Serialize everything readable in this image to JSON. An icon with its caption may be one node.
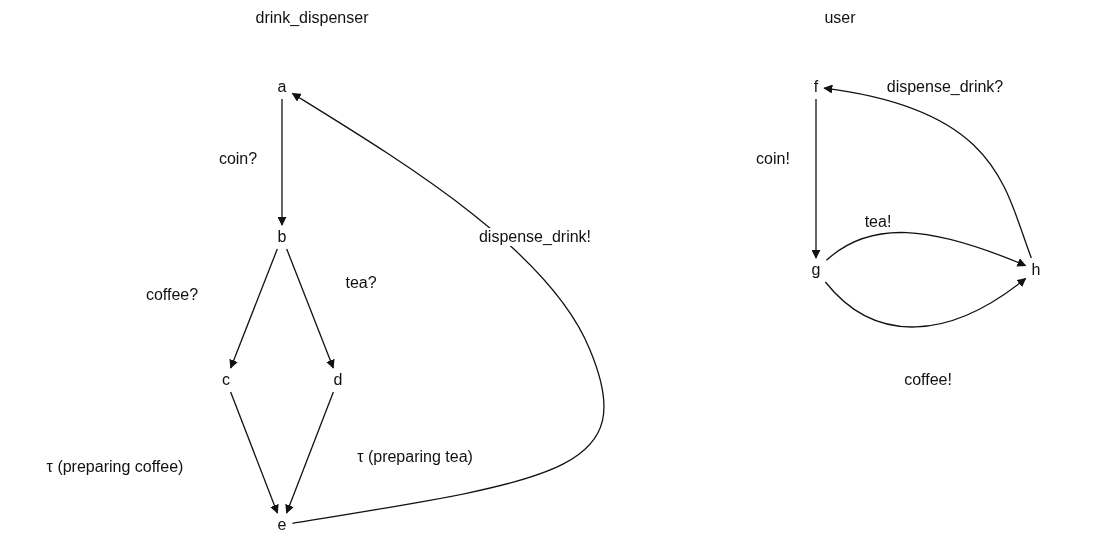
{
  "diagram": {
    "nodes": [
      {
        "text": [
          "a"
        ]
      },
      {
        "text": [
          "b"
        ]
      },
      {
        "text": [
          "c"
        ]
      },
      {
        "text": [
          "d"
        ]
      },
      {
        "text": [
          "e"
        ]
      },
      {
        "text": [
          "f"
        ]
      },
      {
        "text": [
          "g"
        ]
      },
      {
        "text": [
          "h"
        ]
      }
    ],
    "edges": [
      {
        "from": 0,
        "to": 1,
        "arrow": "to",
        "label": "coin?"
      },
      {
        "from": 1,
        "to": 2,
        "arrow": "to",
        "label": "coffee?"
      },
      {
        "from": 1,
        "to": 3,
        "arrow": "to",
        "label": "tea?"
      },
      {
        "from": 2,
        "to": 4,
        "arrow": "to",
        "label": "τ (preparing coffee)"
      },
      {
        "from": 3,
        "to": 4,
        "arrow": "to",
        "label": "τ (preparing tea)"
      },
      {
        "from": 4,
        "to": 0,
        "arrow": "to",
        "label": "dispense_drink!"
      },
      {
        "from": 5,
        "to": 6,
        "arrow": "to",
        "label": "coin!"
      },
      {
        "from": 6,
        "to": 7,
        "arrow": "to",
        "label": "tea!"
      },
      {
        "from": 6,
        "to": 7,
        "arrow": "to",
        "label": "coffee!"
      },
      {
        "from": 7,
        "to": 5,
        "arrow": "to",
        "label": "dispense_drink?"
      }
    ],
    "labels": [
      "drink_dispenser",
      "user"
    ]
  }
}
